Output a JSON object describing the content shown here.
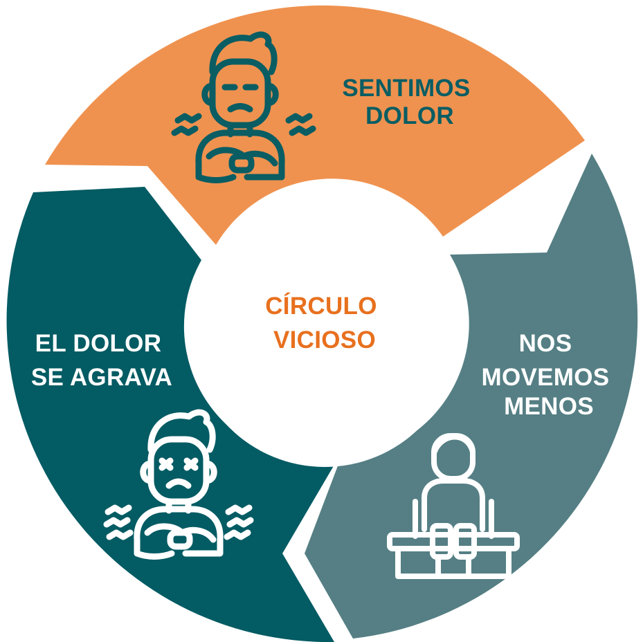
{
  "center": {
    "line1": "CÍRCULO",
    "line2": "VICIOSO",
    "color": "#e8701e"
  },
  "segments": [
    {
      "id": "sentimos-dolor",
      "line1": "SENTIMOS",
      "line2": "DOLOR",
      "fill": "#ef924f",
      "text_color": "#0a5d63",
      "icon": "person-in-pain-icon"
    },
    {
      "id": "nos-movemos-menos",
      "line1": "NOS",
      "line2": "MOVEMOS",
      "line3": "MENOS",
      "fill": "#557f84",
      "text_color": "#ffffff",
      "icon": "person-sitting-icon"
    },
    {
      "id": "el-dolor-se-agrava",
      "line1": "EL DOLOR",
      "line2": "SE AGRAVA",
      "fill": "#035b63",
      "text_color": "#ffffff",
      "icon": "person-severe-pain-icon"
    }
  ]
}
